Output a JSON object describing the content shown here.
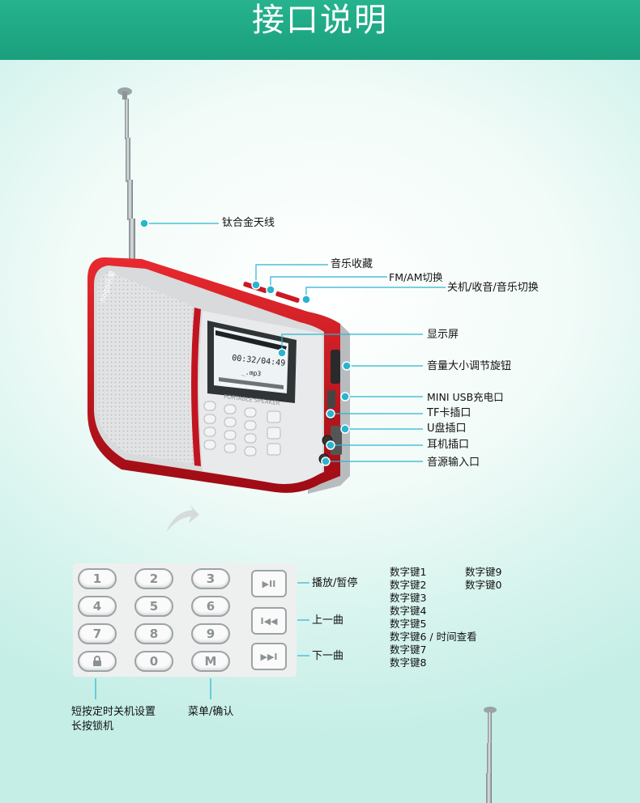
{
  "page_title": "接口说明",
  "device": {
    "brand_logo": "nogo乐果",
    "screen": {
      "time": "00:32/04:49",
      "file": "_.mp3"
    },
    "panel_label": "PORTABLE SPEAKER"
  },
  "callouts": {
    "antenna": "钛合金天线",
    "favorite": "音乐收藏",
    "fm_am": "FM/AM切换",
    "power_mode": "关机/收音/音乐切换",
    "display": "显示屏",
    "volume_knob": "音量大小调节旋钮",
    "mini_usb": "MINI USB充电口",
    "tf_slot": "TF卡插口",
    "usb_port": "U盘插口",
    "headphone": "耳机插口",
    "audio_in": "音源输入口"
  },
  "keypad": {
    "rows": [
      [
        "1",
        "2",
        "3"
      ],
      [
        "4",
        "5",
        "6"
      ],
      [
        "7",
        "8",
        "9"
      ],
      [
        "lock",
        "0",
        "M"
      ]
    ],
    "function_keys": [
      "▶II",
      "I◀◀",
      "▶▶I"
    ],
    "play_pause_label": "播放/暂停",
    "prev_label": "上一曲",
    "next_label": "下一曲",
    "lock_label_1": "短按定时关机设置",
    "lock_label_2": "长按锁机",
    "menu_label": "菜单/确认"
  },
  "digit_keys": {
    "col1": [
      "数字键1",
      "数字键2",
      "数字键3",
      "数字键4",
      "数字键5",
      "数字键6",
      "数字键7",
      "数字键8"
    ],
    "key6_note": " / 时间查看",
    "col2": [
      "数字键9",
      "数字键0"
    ]
  },
  "colors": {
    "header": "#1fa886",
    "callout": "#27b5cf",
    "device_red": "#c8101c"
  }
}
